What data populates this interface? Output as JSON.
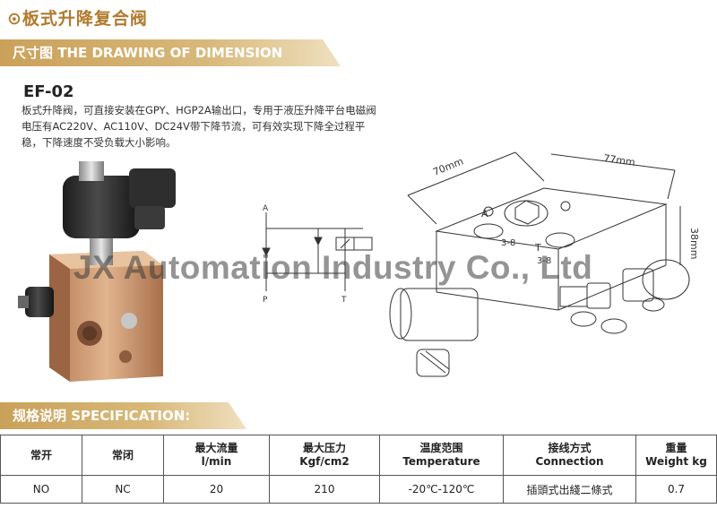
{
  "page": {
    "title": "⊙板式升降复合阀",
    "section_dimension": "尺寸图  THE DRAWING OF DIMENSION",
    "model": "EF-02",
    "description": "板式升降阀，可直接安装在GPY、HGP2A输出口，专用于液压升降平台电磁阀电压有AC220V、AC110V、DC24V带下降节流，可有效实现下降全过程平稳，下降速度不受负载大小影响。",
    "watermark": "JX Automation Industry Co., Ltd",
    "section_spec": "规格说明  SPECIFICATION:"
  },
  "schematic": {
    "port_a": "A",
    "port_p": "P",
    "port_t": "T"
  },
  "drawing": {
    "dim_width": "70mm",
    "dim_depth": "77mm",
    "dim_height": "38mm",
    "port_a": "A",
    "port_a_thread": "3-8",
    "port_t": "T",
    "port_t_thread": "3-8"
  },
  "spec_table": {
    "headers": [
      {
        "cn": "常开",
        "en": ""
      },
      {
        "cn": "常闭",
        "en": ""
      },
      {
        "cn": "最大流量",
        "en": "l/min"
      },
      {
        "cn": "最大压力",
        "en": "Kgf/cm2"
      },
      {
        "cn": "温度范围",
        "en": "Temperature"
      },
      {
        "cn": "接线方式",
        "en": "Connection"
      },
      {
        "cn": "重量",
        "en": "Weight kg"
      }
    ],
    "values": [
      "NO",
      "NC",
      "20",
      "210",
      "-20℃-120℃",
      "插頭式出綫二條式",
      "0.7"
    ]
  },
  "colors": {
    "accent": "#b17a2e",
    "band": "#c9a15a",
    "valve_body": "#c9946a",
    "coil": "#2b2b2b"
  }
}
